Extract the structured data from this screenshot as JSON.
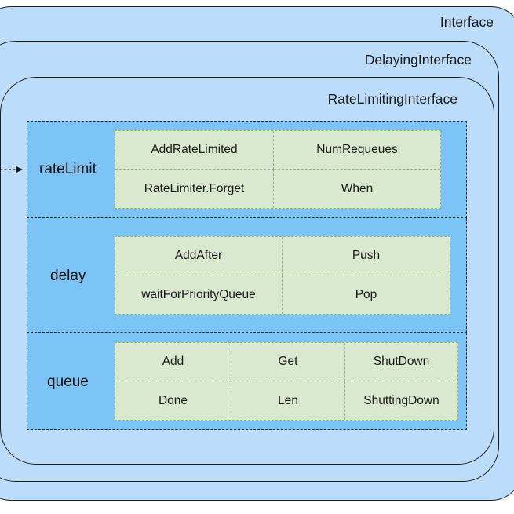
{
  "layers": {
    "interface": "Interface",
    "delaying_interface": "DelayingInterface",
    "rate_limiting_interface": "RateLimitingInterface"
  },
  "sections": {
    "rate_limit": {
      "label": "rateLimit",
      "methods": [
        "AddRateLimited",
        "NumRequeues",
        "RateLimiter.Forget",
        "When"
      ]
    },
    "delay": {
      "label": "delay",
      "methods": [
        "AddAfter",
        "Push",
        "waitForPriorityQueue",
        "Pop"
      ]
    },
    "queue": {
      "label": "queue",
      "methods": [
        "Add",
        "Get",
        "ShutDown",
        "Done",
        "Len",
        "ShuttingDown"
      ]
    }
  },
  "colors": {
    "interface_fill": "#bcdcfb",
    "section_fill": "#7cc3f7",
    "method_fill": "#d8e9d0",
    "method_border": "#8fb27a"
  }
}
